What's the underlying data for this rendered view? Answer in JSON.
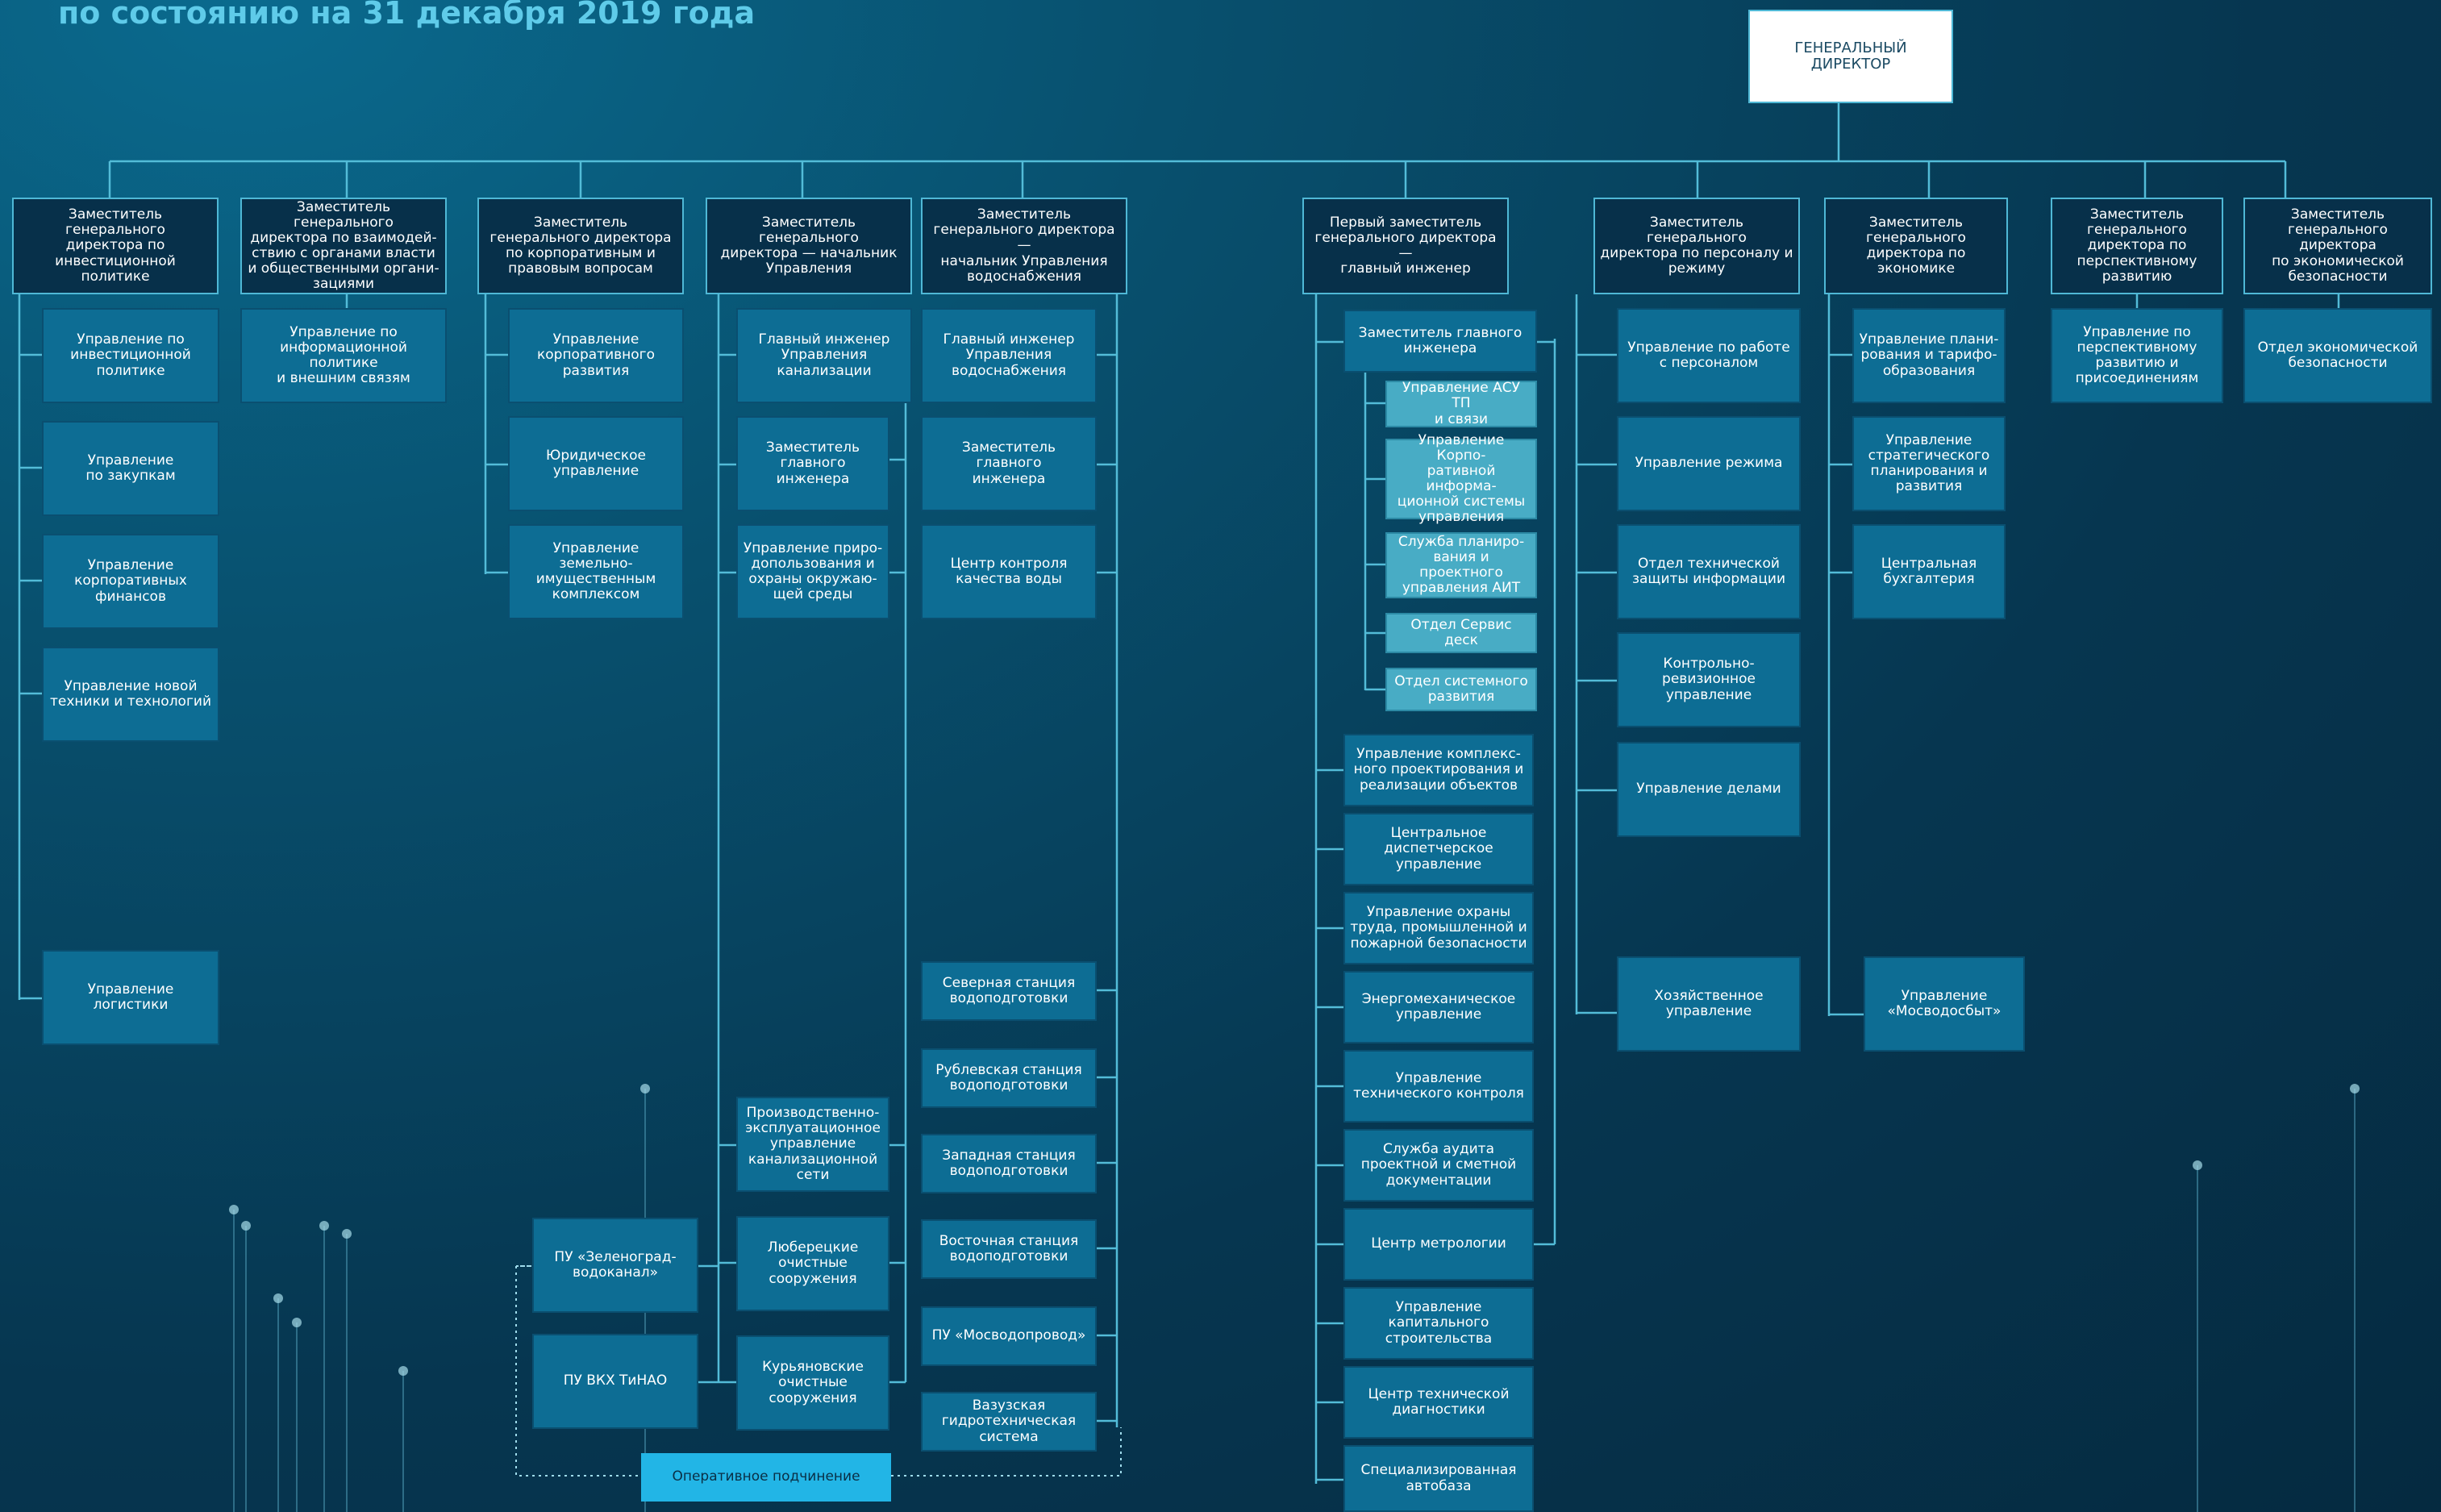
{
  "caption": "по состоянию на 31 декабря 2019 года",
  "legend": "Оперативное подчинение",
  "nodes": {
    "gd": "ГЕНЕРАЛЬНЫЙ\nДИРЕКТОР",
    "c1": "Заместитель генерального\nдиректора по\nинвестиционной политике",
    "c2": "Заместитель генерального\nдиректора по взаимодей-\nствию с органами власти\nи общественными органи-\nзациями",
    "c3": "Заместитель\nгенерального директора\nпо корпоративным и\nправовым вопросам",
    "c4": "Заместитель генерального\nдиректора — начальник\nУправления",
    "c5": "Заместитель\nгенерального директора —\nначальник Управления\nводоснабжения",
    "c6": "Первый заместитель\nгенерального директора —\nглавный инженер",
    "c7": "Заместитель генерального\nдиректора по персоналу и\nрежиму",
    "c8": "Заместитель\nгенерального\nдиректора по\nэкономике",
    "c9": "Заместитель\nгенерального\nдиректора по\nперспективному\nразвитию",
    "c10": "Заместитель\nгенерального\nдиректора\nпо экономической\nбезопасности",
    "u1a": "Управление по\nинвестиционной\nполитике",
    "u1b": "Управление\nпо закупкам",
    "u1c": "Управление\nкорпоративных\nфинансов",
    "u1d": "Управление новой\nтехники и технологий",
    "u1e": "Управление логистики",
    "u2a": "Управление по\nинформационной политике\nи внешним связям",
    "u3a": "Управление\nкорпоративного\nразвития",
    "u3b": "Юридическое\nуправление",
    "u3c": "Управление земельно-\nимущественным\nкомплексом",
    "u4a": "Главный инженер\nУправления\nканализации",
    "u4b": "Заместитель\nглавного инженера",
    "u4c": "Управление приро-\nдопользования и\nохраны окружаю-\nщей среды",
    "u4d": "Производственно-\nэксплуатационное\nуправление\nканализационной\nсети",
    "u4e": "Люберецкие\nочистные\nсооружения",
    "u4f": "Курьяновские\nочистные\nсооружения",
    "pz": "ПУ «Зеленоград-\nводоканал»",
    "pt": "ПУ ВКХ ТиНАО",
    "u5a": "Главный инженер\nУправления\nводоснабжения",
    "u5b": "Заместитель главного\nинженера",
    "u5c": "Центр контроля\nкачества воды",
    "u5d": "Северная станция\nводоподготовки",
    "u5e": "Рублевская станция\nводоподготовки",
    "u5f": "Западная станция\nводоподготовки",
    "u5g": "Восточная станция\nводоподготовки",
    "u5h": "ПУ «Мосводопровод»",
    "u5i": "Вазузская\nгидротехническая\nсистема",
    "u6z": "Заместитель главного\nинженера",
    "s1": "Управление АСУ ТП\nи связи",
    "s2": "Управление Корпо-\nративной информа-\nционной системы\nуправления",
    "s3": "Служба планиро-\nвания и проектного\nуправления АИТ",
    "s4": "Отдел Сервис деск",
    "s5": "Отдел системного\nразвития",
    "u6a": "Управление комплекс-\nного проектирования и\nреализации объектов",
    "u6b": "Центральное\nдиспетчерское\nуправление",
    "u6c": "Управление охраны\nтруда, промышленной и\nпожарной безопасности",
    "u6d": "Энергомеханическое\nуправление",
    "u6e": "Управление\nтехнического контроля",
    "u6f": "Служба аудита\nпроектной и сметной\nдокументации",
    "u6g": "Центр метрологии",
    "u6h": "Управление\nкапитального\nстроительства",
    "u6i": "Центр технической\nдиагностики",
    "u6j": "Специализированная\nавтобаза",
    "u7a": "Управление по работе\nс персоналом",
    "u7b": "Управление режима",
    "u7c": "Отдел технической\nзащиты информации",
    "u7d": "Контрольно-\nревизионное\nуправление",
    "u7e": "Управление делами",
    "u7f": "Хозяйственное\nуправление",
    "u8a": "Управление плани-\nрования и тарифо-\nобразования",
    "u8b": "Управление\nстратегического\nпланирования и\nразвития",
    "u8c": "Центральная\nбухгалтерия",
    "u8d": "Управление\n«Мосводосбыт»",
    "u9a": "Управление по\nперспективному\nразвитию и\nприсоединениям",
    "u10a": "Отдел экономической\nбезопасности"
  }
}
